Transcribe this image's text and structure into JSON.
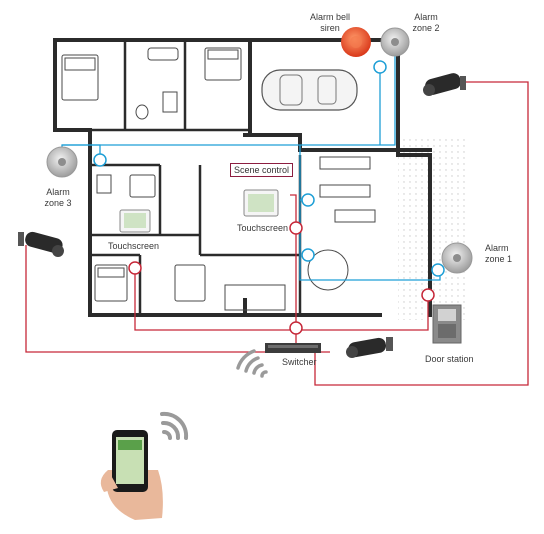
{
  "labels": {
    "alarm_bell_siren": "Alarm bell\nsiren",
    "alarm_zone_2": "Alarm\nzone 2",
    "alarm_zone_3": "Alarm\nzone 3",
    "alarm_zone_1": "Alarm\nzone 1",
    "scene_control": "Scene control",
    "touchscreen_left": "Touchscreen",
    "touchscreen_center": "Touchscreen",
    "switcher": "Switcher",
    "door_station": "Door station"
  },
  "colors": {
    "wall": "#2b2b2b",
    "blue_wire": "#1e9fd6",
    "red_wire": "#c62839",
    "siren": "#e8471f",
    "sensor": "#b9b9b9",
    "camera": "#2a2a2a",
    "wifi": "#9a9a9a"
  },
  "icons": [
    "alarm-bell-icon",
    "motion-sensor-icon",
    "security-camera-icon",
    "touchscreen-icon",
    "network-switch-icon",
    "door-station-icon",
    "smartphone-icon",
    "wifi-icon",
    "car-icon"
  ]
}
